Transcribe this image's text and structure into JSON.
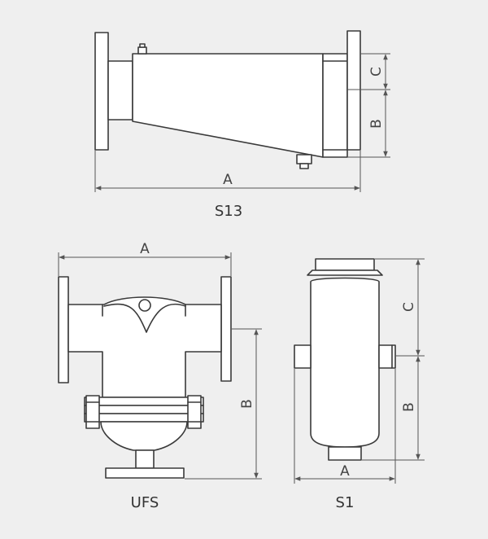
{
  "figures": {
    "s13": {
      "caption": "S13",
      "dim_a": "A",
      "dim_b": "B",
      "dim_c": "C"
    },
    "ufs": {
      "caption": "UFS",
      "dim_a": "A",
      "dim_b": "B"
    },
    "s1": {
      "caption": "S1",
      "dim_a": "A",
      "dim_b": "B",
      "dim_c": "C"
    }
  },
  "colors": {
    "background": "#efefef",
    "line": "#3a3a3a",
    "fill": "#ffffff"
  }
}
